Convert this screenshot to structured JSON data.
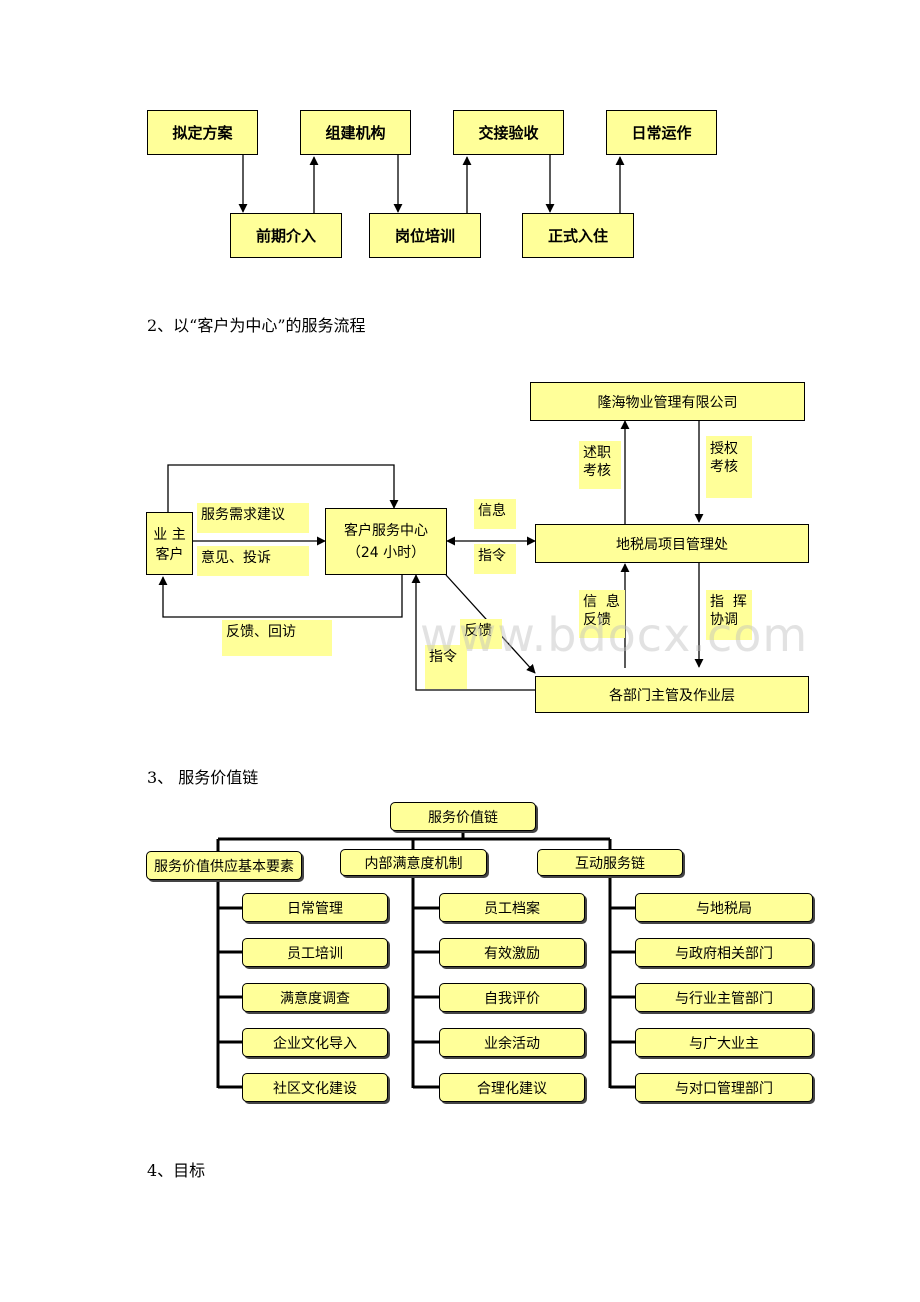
{
  "flow1": {
    "top": [
      "拟定方案",
      "组建机构",
      "交接验收",
      "日常运作"
    ],
    "bottom": [
      "前期介入",
      "岗位培训",
      "正式入住"
    ]
  },
  "section2": {
    "heading": "2、以“客户为中心”的服务流程",
    "owner": "业 主\n客户",
    "center": "客户服务中心\n（24 小时）",
    "company": "隆海物业管理有限公司",
    "office": "地税局项目管理处",
    "depts": "各部门主管及作业层",
    "labels": {
      "service": "服务需求建议",
      "opinion": "意见、投诉",
      "feedback_visit": "反馈、回访",
      "info": "信息",
      "command": "指令",
      "report": "述职\n考核",
      "authorize": "授权\n考核",
      "info_feedback": "信  息\n反馈",
      "direct": "指  挥\n协调",
      "feedback": "反馈",
      "command2": "指令"
    }
  },
  "section3": {
    "heading": "3、 服务价值链",
    "root": "服务价值链",
    "branches": [
      {
        "title": "服务价值供应基本要素",
        "items": [
          "日常管理",
          "员工培训",
          "满意度调查",
          "企业文化导入",
          "社区文化建设"
        ]
      },
      {
        "title": "内部满意度机制",
        "items": [
          "员工档案",
          "有效激励",
          "自我评价",
          "业余活动",
          "合理化建议"
        ]
      },
      {
        "title": "互动服务链",
        "items": [
          "与地税局",
          "与政府相关部门",
          "与行业主管部门",
          "与广大业主",
          "与对口管理部门"
        ]
      }
    ]
  },
  "section4": {
    "heading": "4、目标"
  },
  "watermark": "www.bdocx.com"
}
